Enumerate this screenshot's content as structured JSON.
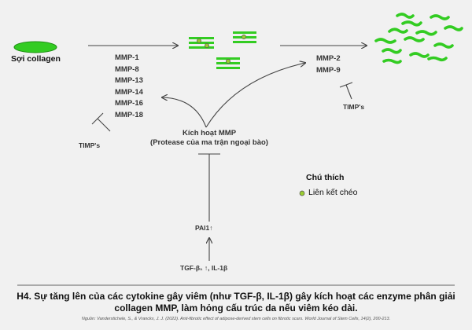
{
  "collagen_label": "Sợi collagen",
  "mmp_left": [
    "MMP-1",
    "MMP-8",
    "MMP-13",
    "MMP-14",
    "MMP-16",
    "MMP-18"
  ],
  "mmp_right": [
    "MMP-2",
    "MMP-9"
  ],
  "timp_left": "TIMP's",
  "timp_right": "TIMP's",
  "activation_title": "Kích hoạt MMP",
  "activation_subtitle": "(Protease của ma trận ngoại bào)",
  "legend_title": "Chú thích",
  "legend_item": "Liên kết chéo",
  "pai": "PAI1↑",
  "cytokines": "TGF-β₁ ↑, IL-1β",
  "caption": "H4. Sự tăng lên của các cytokine gây viêm (như TGF-β, IL-1β) gây kích hoạt các enzyme phân giải collagen MMP, làm hỏng cấu trúc da nếu viêm kéo dài.",
  "citation": "Nguồn: Vanderstichele, S., & Vranckx, J. J. (2022). Anti-fibrotic effect of adipose-derived stem cells on fibrotic scars. World Journal of Stem Cells, 14(2), 200-213.",
  "colors": {
    "collagen_green": "#33cc22",
    "crosslink_fill": "#9acd32",
    "line": "#444444"
  }
}
